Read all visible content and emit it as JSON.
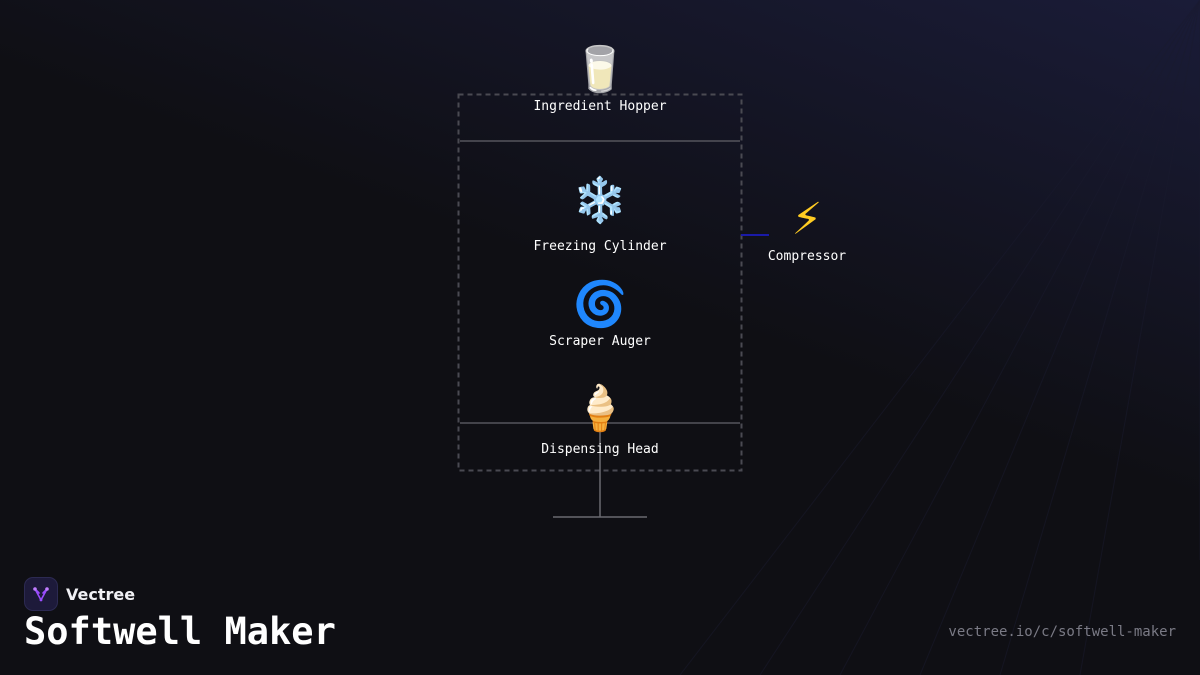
{
  "diagram": {
    "nodes": [
      {
        "id": "hopper",
        "label": "Ingredient Hopper",
        "icon": "milk-glass-icon",
        "glyph": "🥛"
      },
      {
        "id": "cylinder",
        "label": "Freezing Cylinder",
        "icon": "snowflake-icon",
        "glyph": "❄️"
      },
      {
        "id": "auger",
        "label": "Scraper Auger",
        "icon": "cyclone-icon",
        "glyph": "🌀"
      },
      {
        "id": "head",
        "label": "Dispensing Head",
        "icon": "soft-serve-icon",
        "glyph": "🍦"
      },
      {
        "id": "compressor",
        "label": "Compressor",
        "icon": "lightning-icon",
        "glyph": "⚡"
      }
    ],
    "colors": {
      "frame": "#4a4a52",
      "divider": "#55555c",
      "link": "#1a1aa8",
      "stem": "#6a6a70"
    }
  },
  "brand": {
    "name": "Vectree",
    "logo_icon": "vectree-logo-icon",
    "accent": "#9b4dff"
  },
  "title": "Softwell Maker",
  "url": "vectree.io/c/softwell-maker",
  "colors": {
    "background": "#0f0f14",
    "text": "#ffffff",
    "muted": "#7a7a85"
  }
}
